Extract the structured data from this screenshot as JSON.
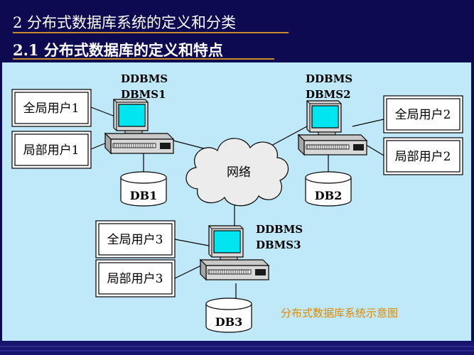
{
  "header": {
    "title1": "2  分布式数据库系统的定义和分类",
    "title2": "2.1  分布式数据库的定义和特点"
  },
  "diagram": {
    "network_label": "网络",
    "caption": "分布式数据库系统示意图",
    "sites": [
      {
        "dbms_line1": "DDBMS",
        "dbms_line2": "DBMS1",
        "db": "DB1",
        "global_user": "全局用户1",
        "local_user": "局部用户1"
      },
      {
        "dbms_line1": "DDBMS",
        "dbms_line2": "DBMS2",
        "db": "DB2",
        "global_user": "全局用户2",
        "local_user": "局部用户2"
      },
      {
        "dbms_line1": "DDBMS",
        "dbms_line2": "DBMS3",
        "db": "DB3",
        "global_user": "全局用户3",
        "local_user": "局部用户3"
      }
    ]
  },
  "colors": {
    "background": "#0d0a52",
    "panel": "#bfe9f8",
    "title_underline": "#c98a2a",
    "caption": "#e08a00",
    "screen": "#00e5f0",
    "cloud": "#ececec"
  }
}
